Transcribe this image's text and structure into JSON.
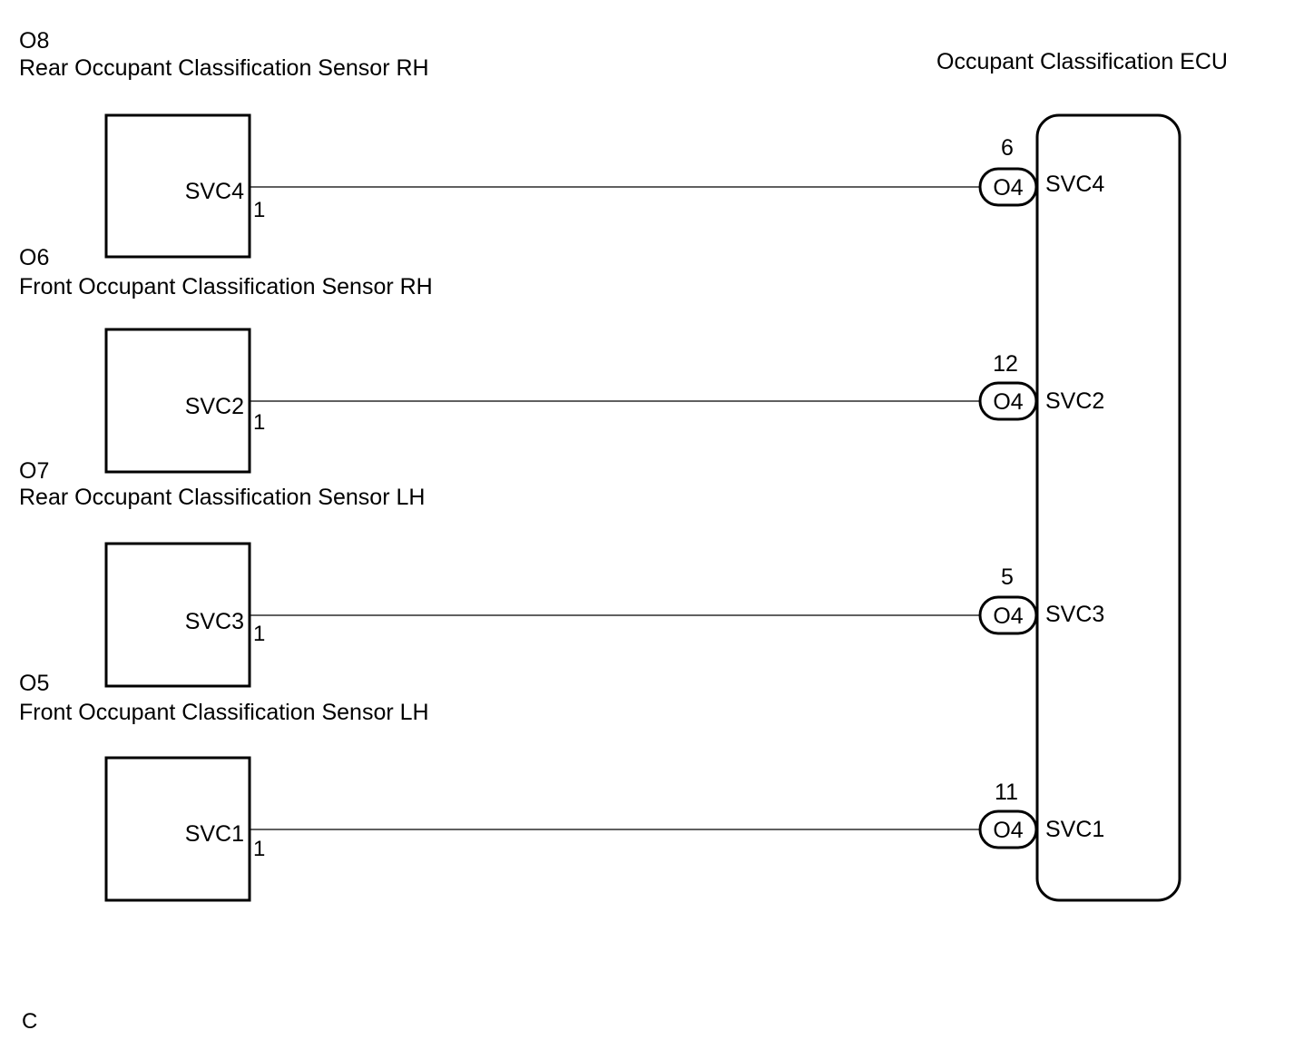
{
  "ecu": {
    "title": "Occupant Classification ECU"
  },
  "sensors": [
    {
      "code": "O8",
      "name": "Rear Occupant Classification Sensor RH",
      "terminal": "SVC4",
      "pin": "1",
      "ecu_connector": "O4",
      "ecu_pin": "6",
      "ecu_terminal": "SVC4"
    },
    {
      "code": "O6",
      "name": "Front Occupant Classification Sensor RH",
      "terminal": "SVC2",
      "pin": "1",
      "ecu_connector": "O4",
      "ecu_pin": "12",
      "ecu_terminal": "SVC2"
    },
    {
      "code": "O7",
      "name": "Rear Occupant Classification Sensor LH",
      "terminal": "SVC3",
      "pin": "1",
      "ecu_connector": "O4",
      "ecu_pin": "5",
      "ecu_terminal": "SVC3"
    },
    {
      "code": "O5",
      "name": "Front Occupant Classification Sensor LH",
      "terminal": "SVC1",
      "pin": "1",
      "ecu_connector": "O4",
      "ecu_pin": "11",
      "ecu_terminal": "SVC1"
    }
  ],
  "footer": {
    "code": "C"
  },
  "colors": {
    "line": "#000000",
    "background": "#ffffff"
  }
}
